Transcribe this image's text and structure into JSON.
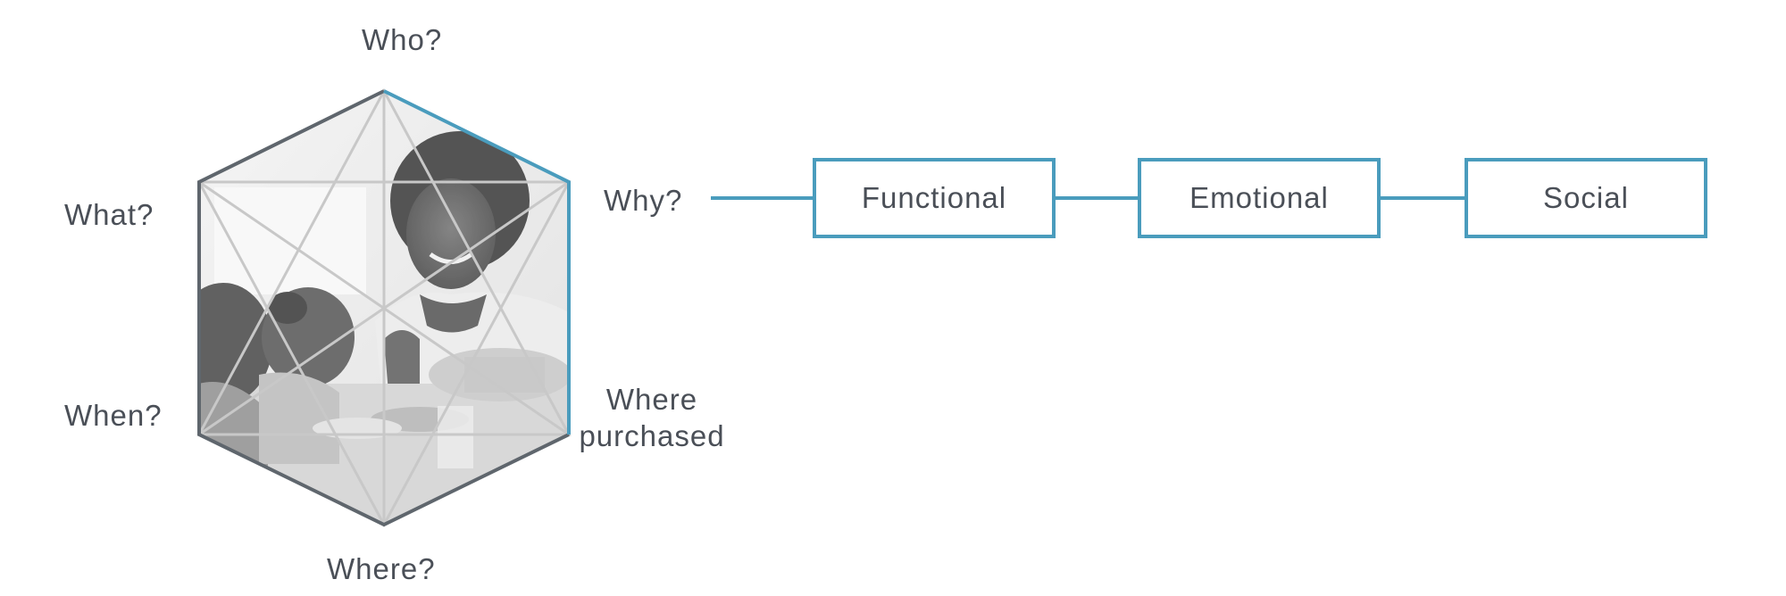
{
  "labels": {
    "who": "Who?",
    "what": "What?",
    "why": "Why?",
    "when": "When?",
    "where_purchased": "Where purchased",
    "where": "Where?"
  },
  "why_chain": [
    "Functional",
    "Emotional",
    "Social"
  ],
  "colors": {
    "accent": "#4a9cbd",
    "hex_outline": "#5f666d",
    "text": "#4a4f57"
  }
}
